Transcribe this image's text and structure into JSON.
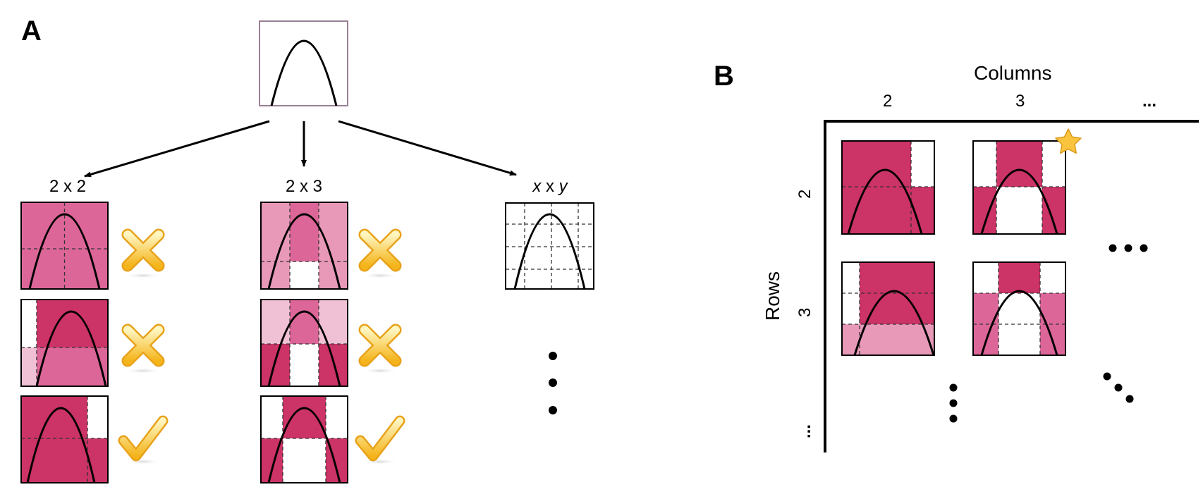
{
  "panel_a": {
    "letter": "A",
    "grid_labels": {
      "g2x2": "2 x 2",
      "g2x3": "2 x 3",
      "gxy_x": "x",
      "gxy_mid": " x ",
      "gxy_y": "y"
    },
    "results": [
      "cross-icon",
      "cross-icon",
      "check-icon",
      "cross-icon",
      "cross-icon",
      "check-icon"
    ]
  },
  "panel_b": {
    "letter": "B",
    "columns_title": "Columns",
    "rows_title": "Rows",
    "col_ticks": [
      "2",
      "3",
      "..."
    ],
    "row_ticks": [
      "2",
      "3",
      "..."
    ],
    "best_marker": "star-icon"
  },
  "colors": {
    "dark_pink": "#cc3366",
    "mid_pink": "#dd6699",
    "light_pink": "#e899b8",
    "pale_pink": "#f0c0d4",
    "parent_border": "#9a7f96",
    "check_yellow": "#f6c21c",
    "star_yellow": "#fbc43f"
  }
}
